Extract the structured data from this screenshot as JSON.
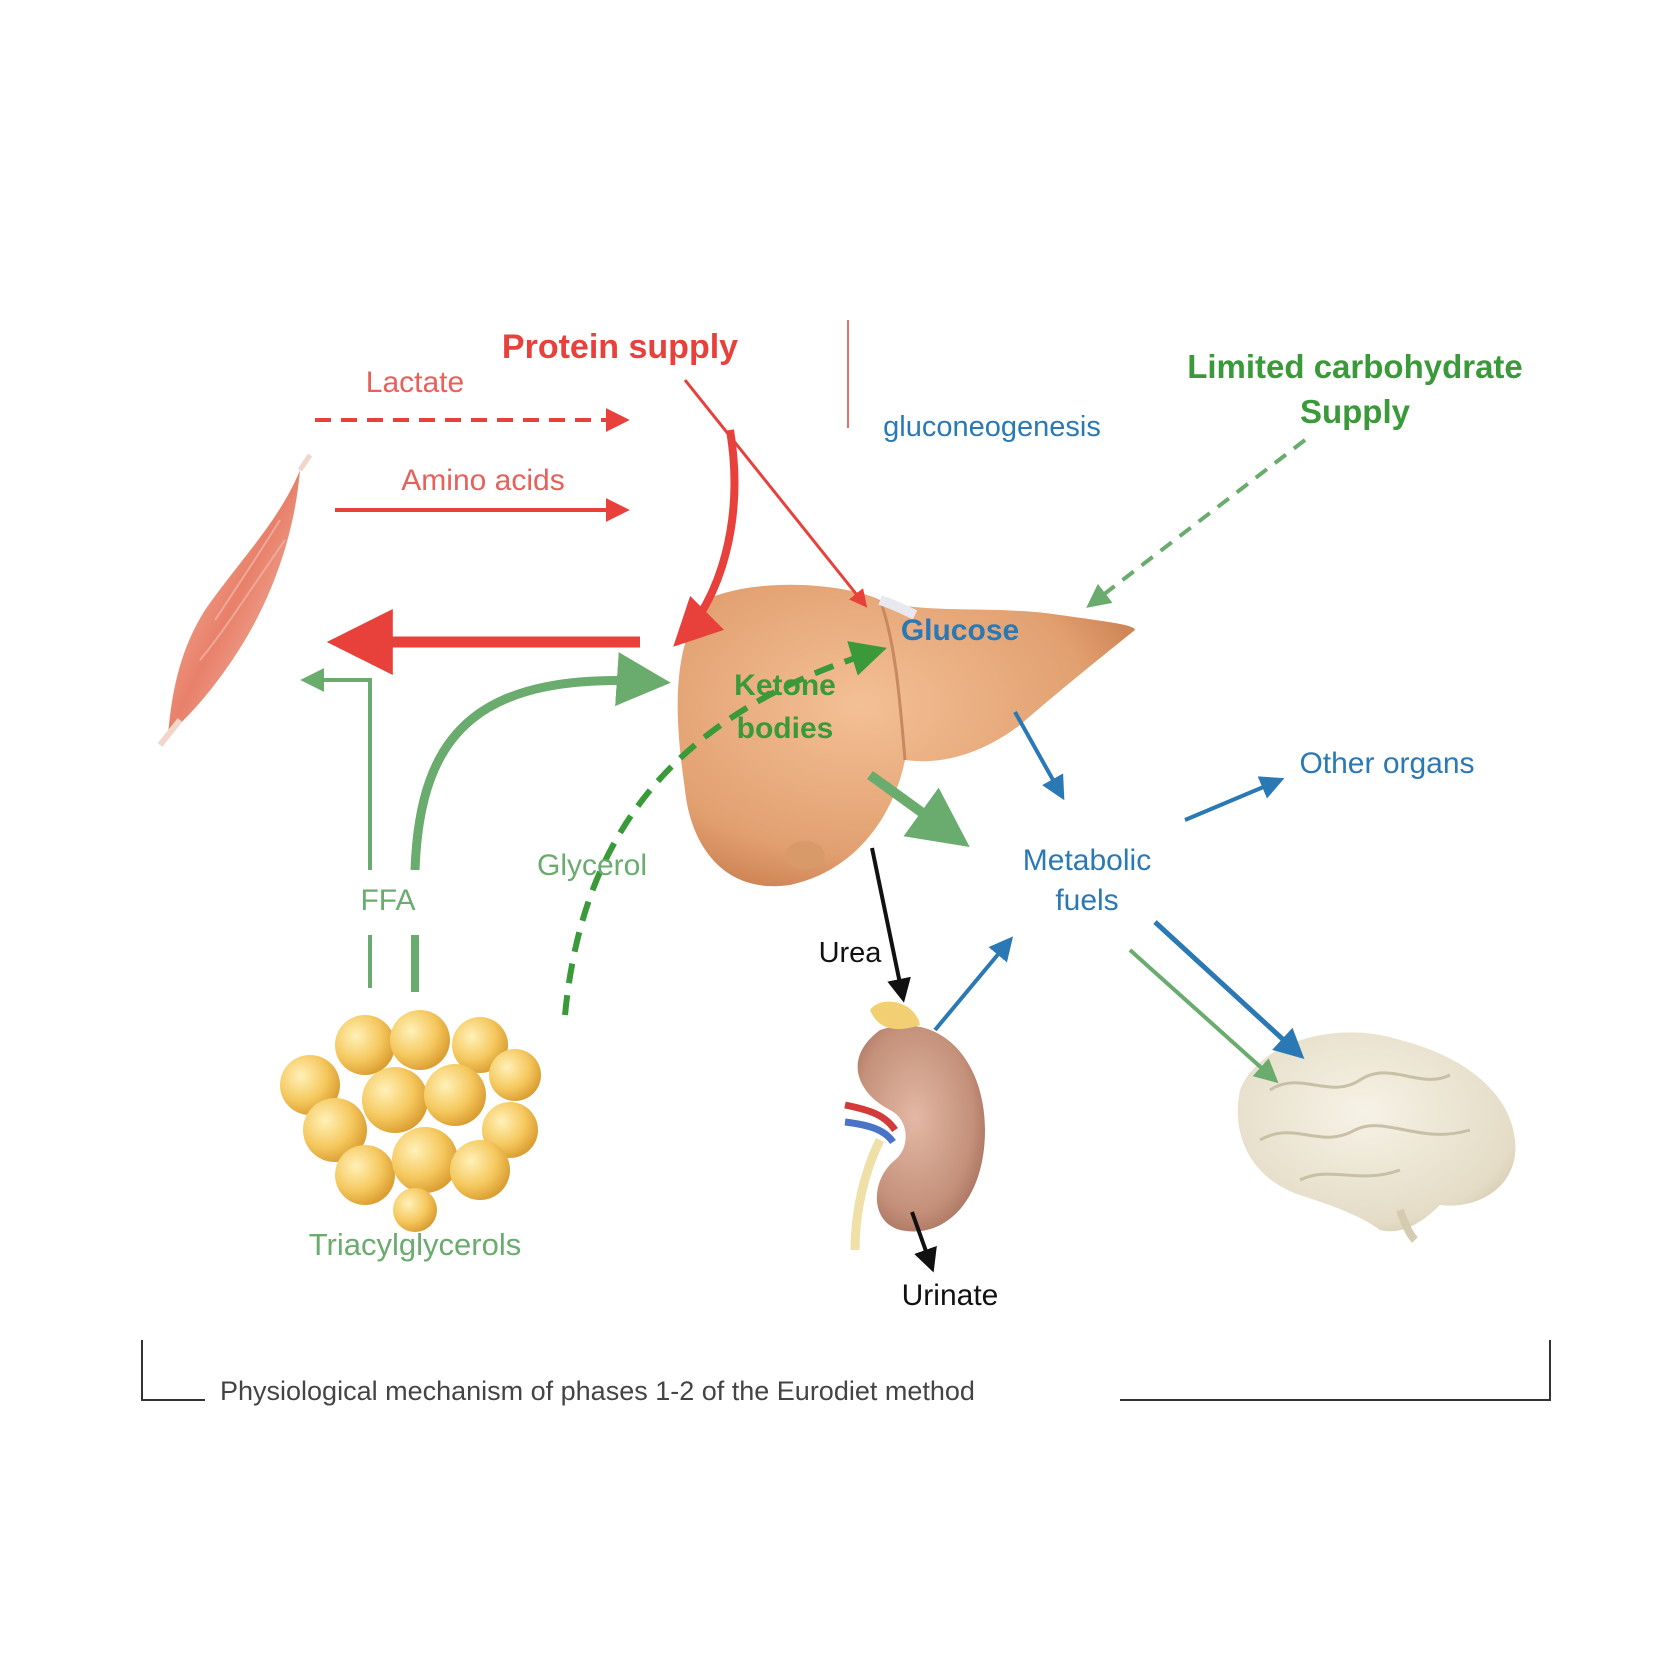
{
  "labels": {
    "protein_supply": "Protein supply",
    "lactate": "Lactate",
    "amino_acids": "Amino acids",
    "gluconeogenesis": "gluconeogenesis",
    "limited_carb_line1": "Limited carbohydrate",
    "limited_carb_line2": "Supply",
    "glucose": "Glucose",
    "ketone_line1": "Ketone",
    "ketone_line2": "bodies",
    "other_organs": "Other organs",
    "metabolic_line1": "Metabolic",
    "metabolic_line2": "fuels",
    "glycerol": "Glycerol",
    "ffa": "FFA",
    "urea": "Urea",
    "urinate": "Urinate",
    "triacylglycerols": "Triacylglycerols"
  },
  "caption": "Physiological mechanism of phases 1-2 of the Eurodiet method",
  "colors": {
    "red": "#e8403a",
    "green": "#6aab6e",
    "dark_green": "#3a9a3a",
    "blue": "#2a78b4",
    "black": "#111111",
    "liver": "#e2a070",
    "fat": "#f2c25c",
    "kidney": "#c99680",
    "brain": "#ece6d4"
  }
}
